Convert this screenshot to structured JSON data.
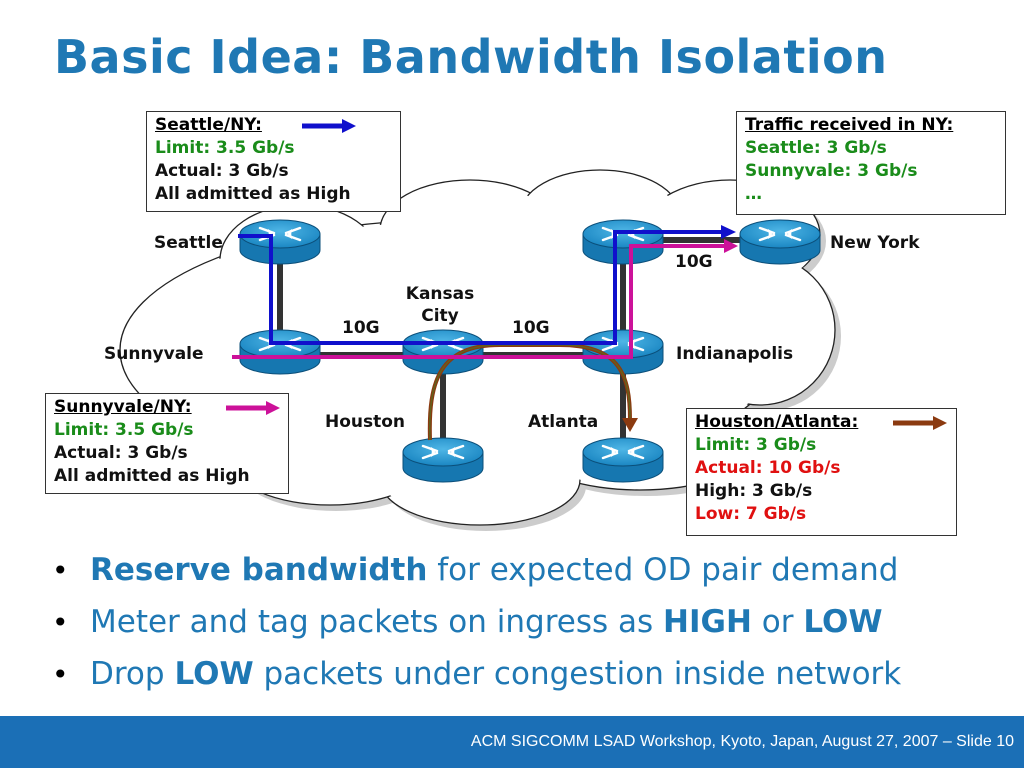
{
  "title": "Basic Idea: Bandwidth Isolation",
  "boxes": {
    "seattle_ny": {
      "header": "Seattle/NY:",
      "limit": "Limit: 3.5 Gb/s",
      "actual": "Actual: 3 Gb/s",
      "note": "All admitted as High",
      "arrow_color": "#1010cc"
    },
    "traffic_ny": {
      "header": "Traffic received in NY:",
      "line1": "Seattle: 3 Gb/s",
      "line2": "Sunnyvale: 3 Gb/s",
      "line3": "…"
    },
    "sunnyvale_ny": {
      "header": "Sunnyvale/NY:",
      "limit": "Limit: 3.5 Gb/s",
      "actual": "Actual: 3 Gb/s",
      "note": "All admitted as High",
      "arrow_color": "#cc1199"
    },
    "houston_atlanta": {
      "header": "Houston/Atlanta:",
      "limit": "Limit: 3 Gb/s",
      "actual": "Actual: 10 Gb/s",
      "high": "High: 3 Gb/s",
      "low": "Low: 7 Gb/s",
      "arrow_color": "#8b3a10"
    }
  },
  "nodes": {
    "seattle": "Seattle",
    "new_york": "New York",
    "kansas_city": "Kansas\nCity",
    "sunnyvale": "Sunnyvale",
    "indianapolis": "Indianapolis",
    "houston": "Houston",
    "atlanta": "Atlanta"
  },
  "links": {
    "kc_left": "10G",
    "kc_right": "10G",
    "ny_link": "10G"
  },
  "bullets": {
    "b1_bold": "Reserve bandwidth",
    "b1_rest": " for expected OD pair demand",
    "b2_pre": "Meter and tag packets on ingress as ",
    "b2_high": "HIGH",
    "b2_or": " or ",
    "b2_low": "LOW",
    "b3_pre": "Drop ",
    "b3_low": "LOW",
    "b3_rest": " packets under congestion inside network",
    "bullet_char": "•"
  },
  "footer": "ACM SIGCOMM LSAD Workshop, Kyoto, Japan, August 27, 2007 – Slide 10"
}
